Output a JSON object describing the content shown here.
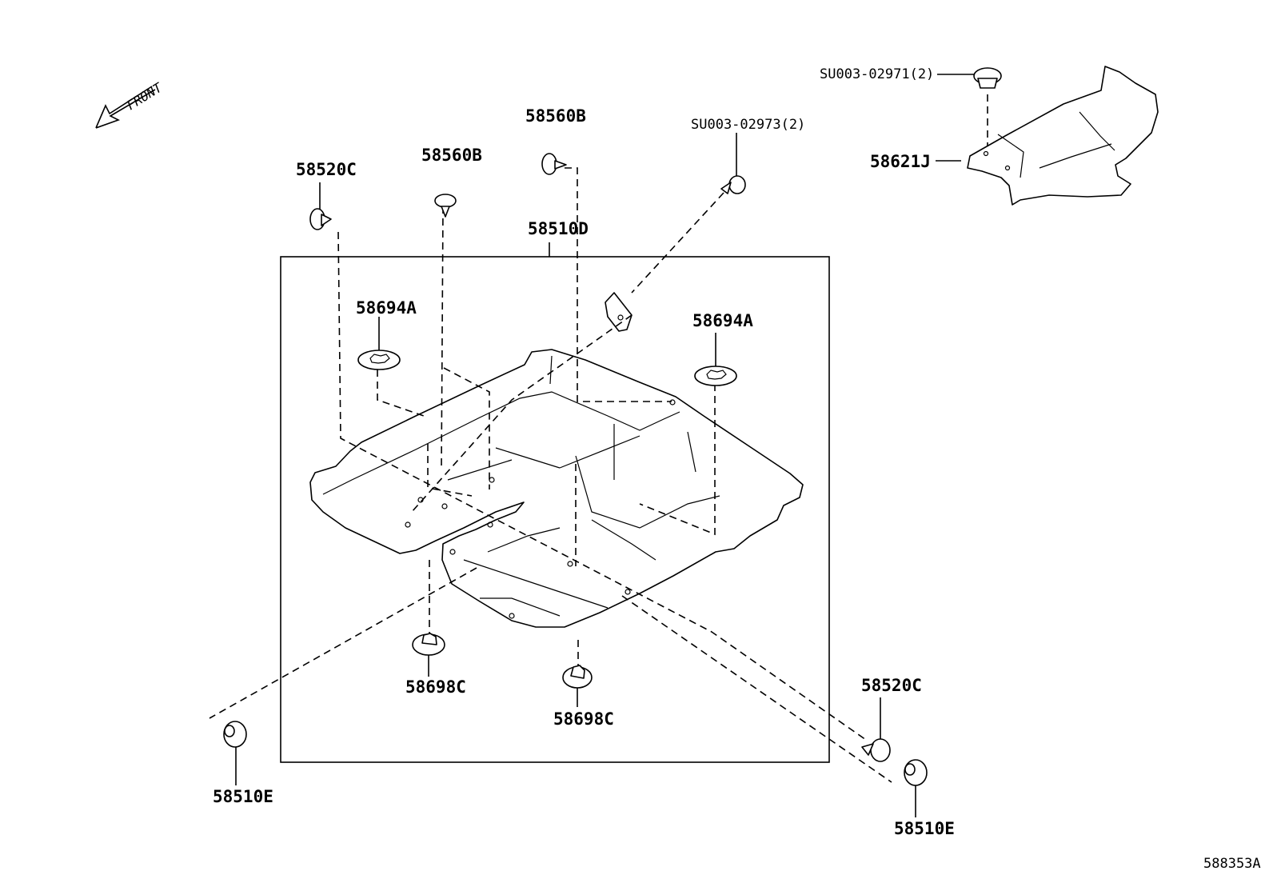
{
  "labels": {
    "front": "FRONT",
    "clip_58520c_top": "58520C",
    "clip_58560b_left": "58560B",
    "clip_58560b_right": "58560B",
    "bolt_su003_02973": "SU003-02973(2)",
    "bolt_su003_02971": "SU003-02971(2)",
    "cover_58621j": "58621J",
    "assembly_58510d": "58510D",
    "nut_58694a_left": "58694A",
    "nut_58694a_right": "58694A",
    "grommet_58698c_left": "58698C",
    "grommet_58698c_right": "58698C",
    "clip_58520c_bottom": "58520C",
    "plug_58510e_left": "58510E",
    "plug_58510e_right": "58510E",
    "diagram_id": "588353A"
  }
}
